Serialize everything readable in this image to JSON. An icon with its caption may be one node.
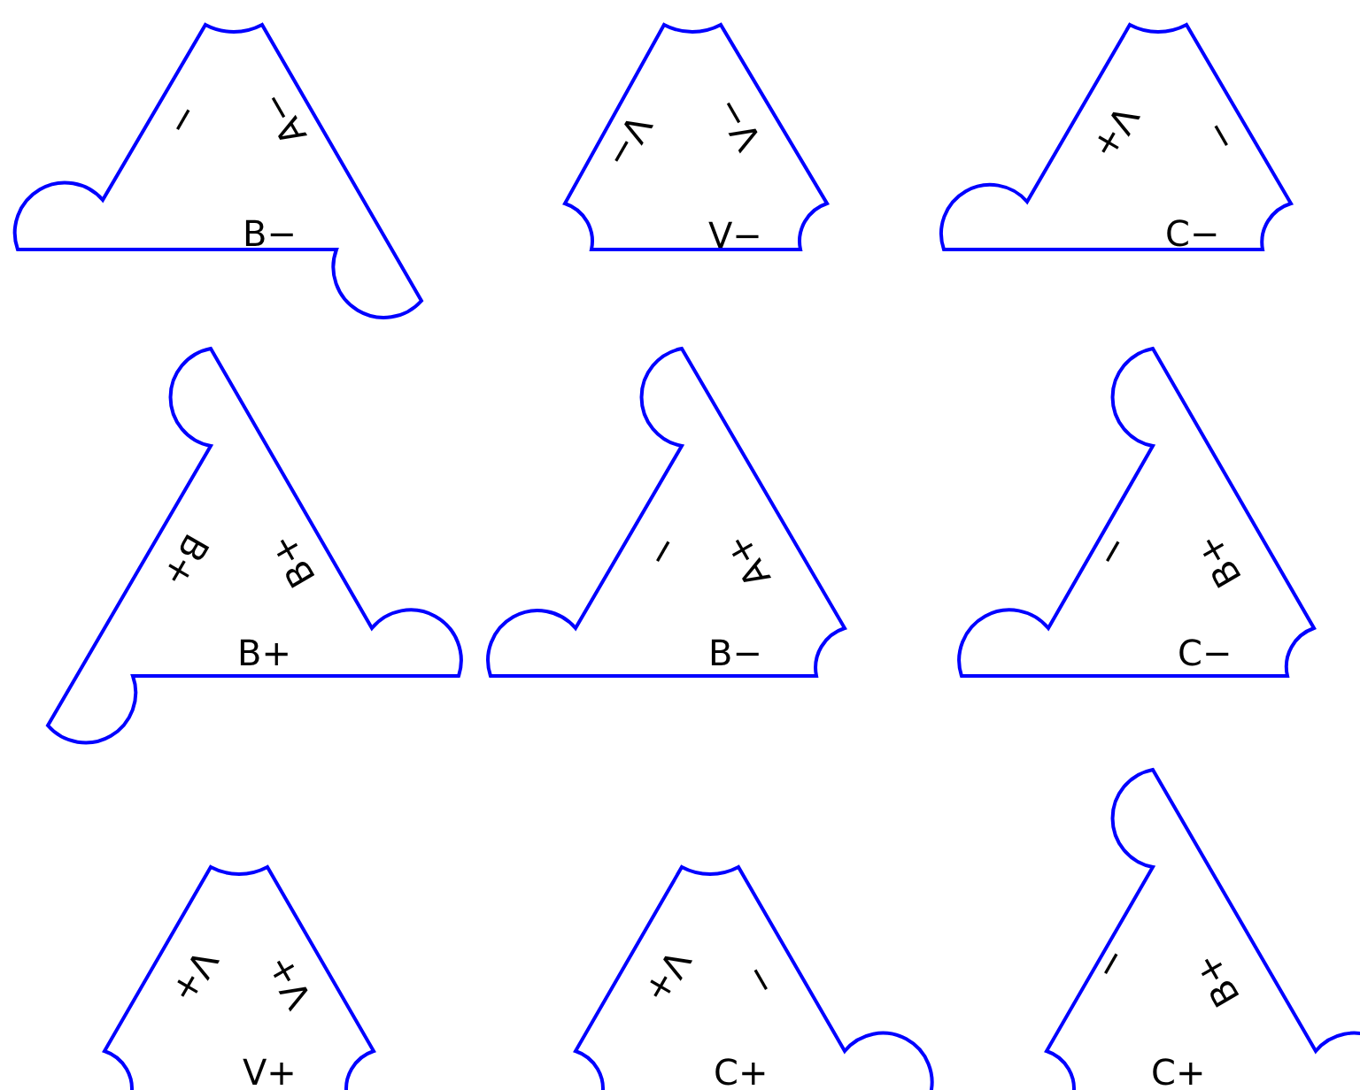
{
  "diagram": {
    "nodes": [
      {
        "text": [
          "−",
          "A−",
          "B−"
        ]
      },
      {
        "text": [
          "V−",
          "V−",
          "V−"
        ]
      },
      {
        "text": [
          "V+",
          "−",
          "C−"
        ]
      },
      {
        "text": [
          "B+",
          "B+",
          "B+"
        ]
      },
      {
        "text": [
          "−",
          "A+",
          "B−"
        ]
      },
      {
        "text": [
          "−",
          "B+",
          "C−"
        ]
      },
      {
        "text": [
          "V+",
          "V+",
          "V+"
        ]
      },
      {
        "text": [
          "V+",
          "−",
          "C+"
        ]
      },
      {
        "text": [
          "−",
          "B+",
          "C+"
        ]
      }
    ]
  }
}
